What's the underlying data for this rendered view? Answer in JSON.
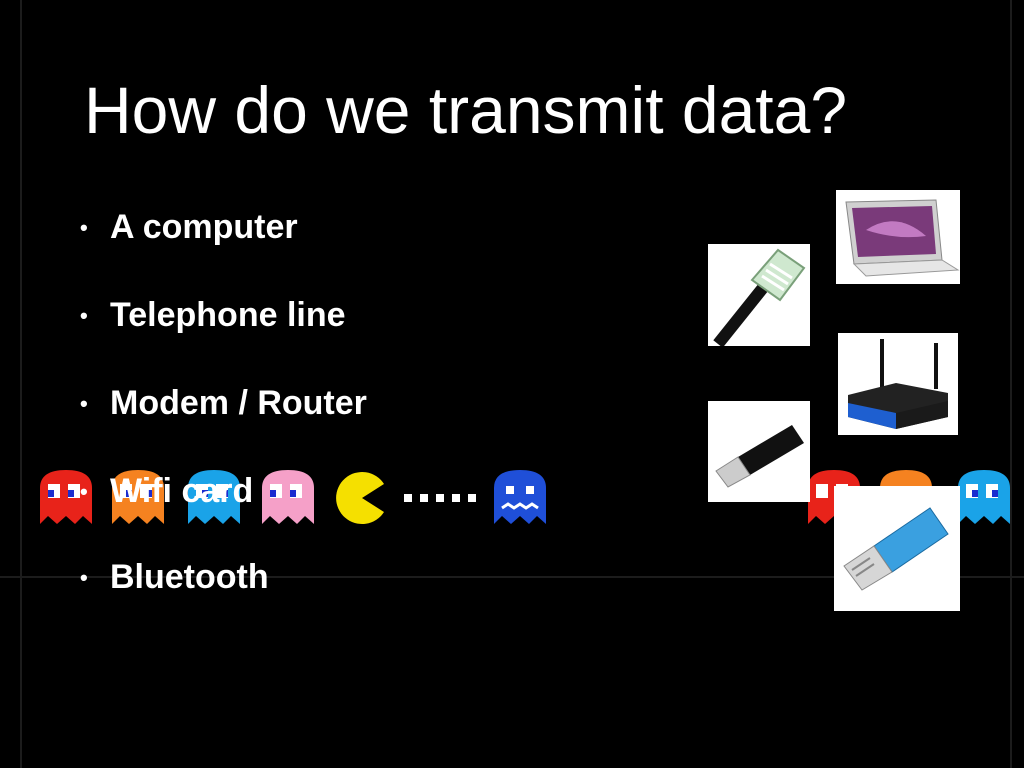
{
  "slide": {
    "title": "How do we transmit data?",
    "bullets": [
      "A computer",
      "Telephone line",
      "Modem / Router",
      "Wifi card",
      "Bluetooth"
    ],
    "bullet_glyph": "•"
  },
  "images": {
    "laptop": "laptop-photo",
    "phone_plug": "telephone-plug-photo",
    "router": "router-photo",
    "wifi_dongle": "wifi-dongle-photo",
    "bluetooth_dongle": "bluetooth-dongle-photo"
  },
  "colors": {
    "background": "#000000",
    "text": "#ffffff",
    "ghost_red": "#e8231a",
    "ghost_orange": "#f58220",
    "ghost_cyan": "#1aa3e8",
    "ghost_pink": "#f5a0c8",
    "pacman_yellow": "#f5e000",
    "ghost_blue": "#1f4fd8"
  }
}
